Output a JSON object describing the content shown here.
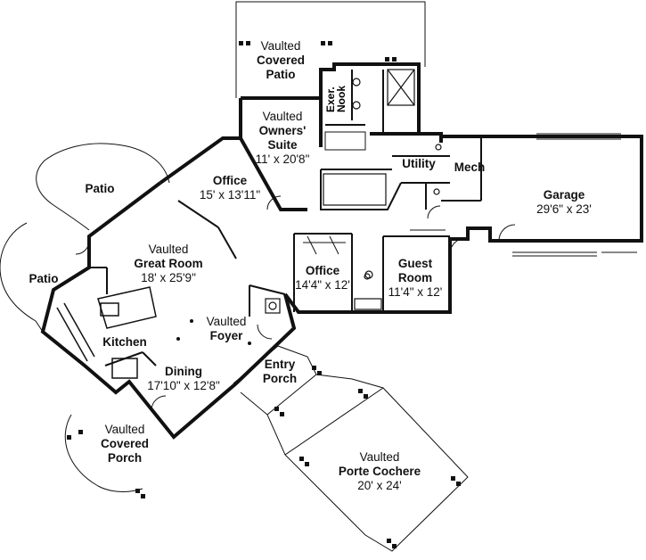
{
  "rooms": {
    "covered_patio_top": {
      "line1": "Vaulted",
      "line2": "Covered",
      "line3": "Patio"
    },
    "exer_nook": {
      "line1": "Exer.",
      "line2": "Nook"
    },
    "owners_suite": {
      "line1": "Vaulted",
      "line2": "Owners'",
      "line3": "Suite",
      "dims": "11' x 20'8\""
    },
    "office_top": {
      "name": "Office",
      "dims": "15' x 13'11\""
    },
    "utility": {
      "name": "Utility"
    },
    "mech": {
      "name": "Mech"
    },
    "garage": {
      "name": "Garage",
      "dims": "29'6\" x 23'"
    },
    "patio_upper": {
      "name": "Patio"
    },
    "patio_lower": {
      "name": "Patio"
    },
    "great_room": {
      "line1": "Vaulted",
      "line2": "Great Room",
      "dims": "18' x 25'9\""
    },
    "office_mid": {
      "name": "Office",
      "dims": "14'4\" x 12'"
    },
    "guest_room": {
      "line1": "Guest",
      "line2": "Room",
      "dims": "11'4\" x 12'"
    },
    "foyer": {
      "line1": "Vaulted",
      "line2": "Foyer"
    },
    "kitchen": {
      "name": "Kitchen"
    },
    "dining": {
      "name": "Dining",
      "dims": "17'10\" x 12'8\""
    },
    "entry_porch": {
      "line1": "Entry",
      "line2": "Porch"
    },
    "covered_porch": {
      "line1": "Vaulted",
      "line2": "Covered",
      "line3": "Porch"
    },
    "porte_cochere": {
      "line1": "Vaulted",
      "line2": "Porte Cochere",
      "dims": "20' x 24'"
    }
  },
  "colors": {
    "wall": "#111111",
    "background": "#ffffff"
  }
}
